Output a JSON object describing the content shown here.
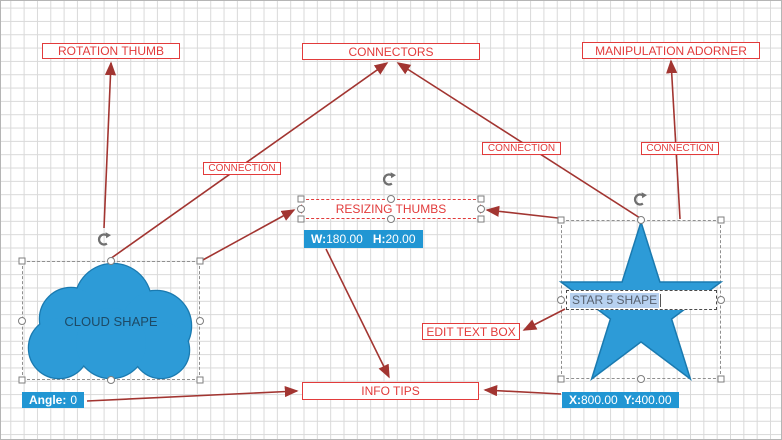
{
  "diagram": {
    "annotations": {
      "rotation_thumb": "ROTATION THUMB",
      "connectors": "CONNECTORS",
      "manipulation_adorner": "MANIPULATION ADORNER",
      "connection_1": "CONNECTION",
      "connection_2": "CONNECTION",
      "connection_3": "CONNECTION",
      "resizing_thumbs": "RESIZING THUMBS",
      "edit_text_box": "EDIT TEXT BOX",
      "info_tips": "INFO TIPS"
    },
    "shapes": {
      "cloud_label": "CLOUD SHAPE",
      "star_text": "STAR 5 SHAPE"
    },
    "tips": {
      "width_label": "W:",
      "width_value": "180.00",
      "height_label": "H:",
      "height_value": "20.00",
      "angle_label": "Angle:",
      "angle_value": "0",
      "x_label": "X:",
      "x_value": "800.00",
      "y_label": "Y:",
      "y_value": "400.00"
    },
    "colors": {
      "annotation_red": "#e23b3b",
      "connector_line_red": "#a23531",
      "info_badge_blue": "#2196d3",
      "shape_fill_blue": "#2d9bd7",
      "shape_stroke_blue": "#1a7ab0",
      "text_selection_blue": "#b7d1f0",
      "grid_line": "#d9d9d9"
    }
  }
}
